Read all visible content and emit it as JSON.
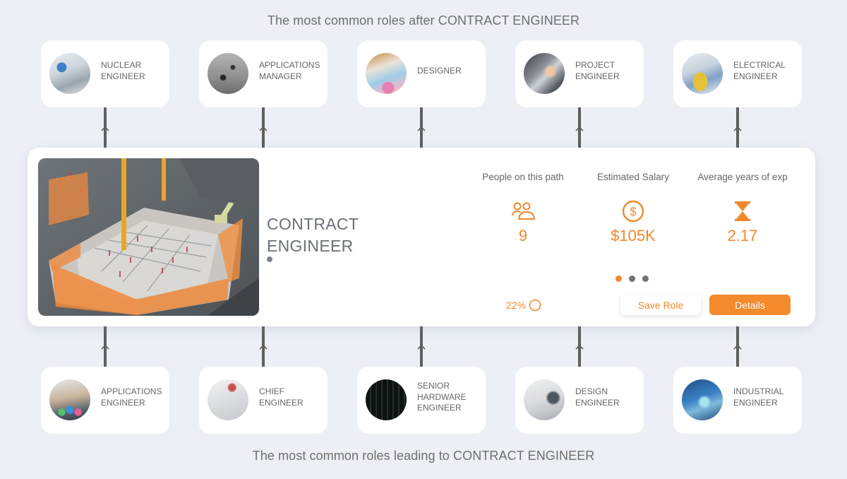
{
  "headings": {
    "top": "The most common roles after CONTRACT ENGINEER",
    "bottom": "The most common roles leading to CONTRACT ENGINEER"
  },
  "next_roles": [
    {
      "label": "NUCLEAR ENGINEER",
      "image": "control-room-photo"
    },
    {
      "label": "APPLICATIONS MANAGER",
      "image": "man-at-chalkboard-photo"
    },
    {
      "label": "DESIGNER",
      "image": "color-swatches-desk-photo"
    },
    {
      "label": "PROJECT ENGINEER",
      "image": "industrial-scene-photo"
    },
    {
      "label": "ELECTRICAL ENGINEER",
      "image": "electrician-with-tools-photo"
    }
  ],
  "previous_roles": [
    {
      "label": "APPLICATIONS ENGINEER",
      "image": "smartphone-apps-photo"
    },
    {
      "label": "CHIEF ENGINEER",
      "image": "blueprints-photo"
    },
    {
      "label": "SENIOR HARDWARE ENGINEER",
      "image": "server-rack-photo"
    },
    {
      "label": "DESIGN ENGINEER",
      "image": "engineer-at-desk-photo"
    },
    {
      "label": "INDUSTRIAL ENGINEER",
      "image": "robotic-arm-photo"
    }
  ],
  "current_role": {
    "title_line1": "CONTRACT",
    "title_line2": "ENGINEER",
    "image": "construction-site-photo",
    "stats": [
      {
        "label": "People on this path",
        "value": "9",
        "icon": "people-icon"
      },
      {
        "label": "Estimated Salary",
        "value": "$105K",
        "icon": "dollar-circle-icon"
      },
      {
        "label": "Average years of exp",
        "value": "2.17",
        "icon": "hourglass-icon"
      }
    ],
    "pager": {
      "count": 3,
      "active": 0
    },
    "progress": "22%",
    "save_label": "Save Role",
    "details_label": "Details"
  },
  "colors": {
    "accent": "#f0882b",
    "background": "#eceff6",
    "connector": "#5f5f5f"
  }
}
